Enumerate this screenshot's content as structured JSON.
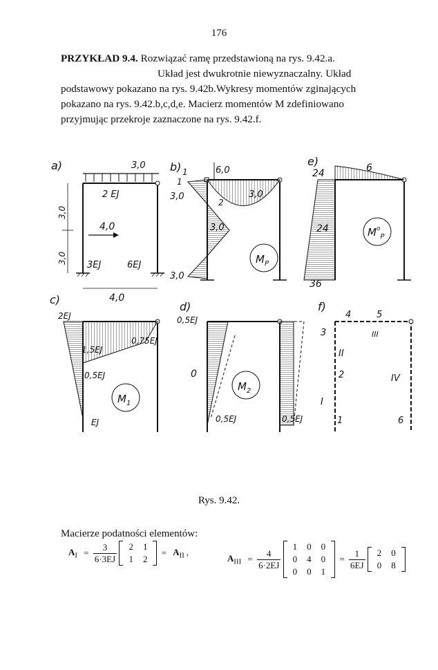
{
  "page_number": "176",
  "intro": {
    "heading": "PRZYKŁAD 9.4.",
    "line1_rest": "Rozwiązać ramę przedstawioną na rys. 9.42.a.",
    "line2": "Układ jest dwukrotnie niewyznaczalny. Układ",
    "line3": "podstawowy pokazano na rys. 9.42b.Wykresy momentów zginających",
    "line4": "pokazano na rys. 9.42.b,c,d,e. Macierz momentów M zdefiniowano",
    "line5": "przyjmując przekroje zaznaczone na rys. 9.42.f."
  },
  "figure": {
    "panels": {
      "a": "a)",
      "b": "b)",
      "c": "c)",
      "d": "d)",
      "e": "e)",
      "f": "f)"
    },
    "a_labels": {
      "load": "3,0",
      "beam": "2 EJ",
      "force": "4,0",
      "col_left": "3EJ",
      "col_right": "6EJ",
      "dim_top": "3,0",
      "dim_bottom": "3,0",
      "dim_width": "4,0"
    },
    "b_labels": {
      "unit_x1": "1",
      "one": "1",
      "two": "2",
      "v1": "6,0",
      "v2": "3,0",
      "v3": "3,0",
      "v4": "3,0",
      "v5": "3,0",
      "name": "M",
      "name_sub": "P"
    },
    "e_labels": {
      "v1": "24",
      "v2": "6",
      "v3": "24",
      "v4": "36",
      "name": "M",
      "name_sup": "o",
      "name_sub": "P"
    },
    "c_labels": {
      "v1": "2EJ",
      "v2": "0,75EJ",
      "v3": "1,5EJ",
      "v4": "0,5EJ",
      "v5": "EJ",
      "name": "M",
      "name_sub": "1"
    },
    "d_labels": {
      "v1": "0,5EJ",
      "v2": "0",
      "v3": "0,5EJ",
      "v4": "0,5EJ",
      "name": "M",
      "name_sub": "2"
    },
    "f_labels": {
      "s1": "1",
      "s2": "2",
      "s3": "3",
      "s4": "4",
      "s5": "5",
      "s6": "6",
      "e1": "I",
      "e2": "II",
      "e3": "III",
      "e4": "IV"
    },
    "scribble": "- ✓ -"
  },
  "caption": "Rys. 9.42.",
  "subheading": "Macierze podatności elementów:",
  "math": {
    "A1_label": "A",
    "A1_sub": "I",
    "A1_num": "3",
    "A1_den": "6·3EJ",
    "A1_matrix": [
      [
        "2",
        "1"
      ],
      [
        "1",
        "2"
      ]
    ],
    "A2_label": "A",
    "A2_sub": "II",
    "A3_label": "A",
    "A3_sub": "III",
    "A3_num": "4",
    "A3_den": "6·2EJ",
    "A3_matrix": [
      [
        "1",
        "0",
        "0"
      ],
      [
        "0",
        "4",
        "0"
      ],
      [
        "0",
        "0",
        "1"
      ]
    ],
    "A3_num2": "1",
    "A3_den2": "6EJ",
    "A3_matrix2": [
      [
        "2",
        "0"
      ],
      [
        "0",
        "8"
      ]
    ],
    "eq": "=",
    "comma": ","
  }
}
